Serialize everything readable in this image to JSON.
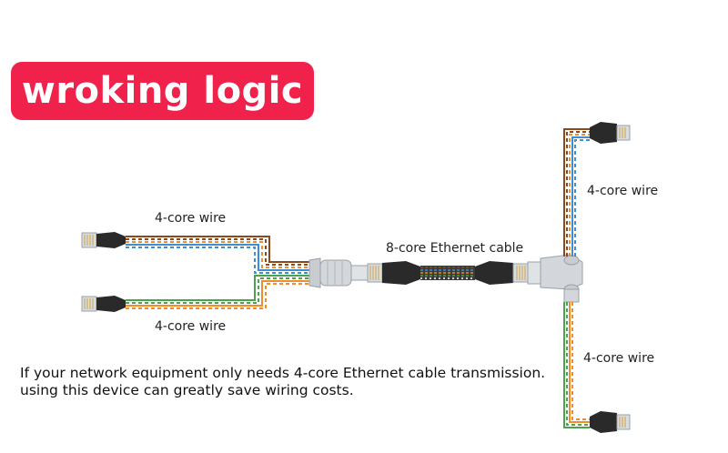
{
  "title": "wroking logic",
  "labels": {
    "left_top_wire": "4-core wire",
    "left_bottom_wire": "4-core wire",
    "center_cable": "8-core Ethernet cable",
    "right_top_wire": "4-core wire",
    "right_bottom_wire": "4-core wire"
  },
  "caption": {
    "line1": "If your network equipment only needs 4-core Ethernet cable transmission.",
    "line2": "using this device can greatly save wiring costs."
  },
  "colors": {
    "title_bg": "#f0214a",
    "wire_blue": "#3a8fd8",
    "wire_orange": "#f08c2a",
    "wire_brown": "#8a4a1e",
    "wire_green": "#4aa34a",
    "connector_dark": "#2a2a2a",
    "plug_silver": "#c9cdd1"
  }
}
